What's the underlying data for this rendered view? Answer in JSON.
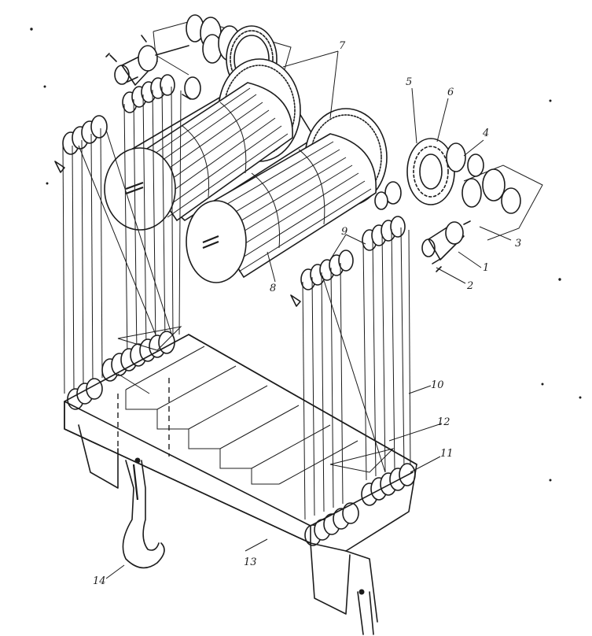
{
  "diagram": {
    "callouts": [
      {
        "id": "1",
        "text": "1"
      },
      {
        "id": "2",
        "text": "2"
      },
      {
        "id": "3",
        "text": "3"
      },
      {
        "id": "4",
        "text": "4"
      },
      {
        "id": "5",
        "text": "5"
      },
      {
        "id": "6",
        "text": "6"
      },
      {
        "id": "7",
        "text": "7"
      },
      {
        "id": "8",
        "text": "8"
      },
      {
        "id": "9",
        "text": "9"
      },
      {
        "id": "10",
        "text": "10"
      },
      {
        "id": "11",
        "text": "11"
      },
      {
        "id": "12",
        "text": "12"
      },
      {
        "id": "13",
        "text": "13"
      },
      {
        "id": "14",
        "text": "14"
      }
    ],
    "colors": {
      "ink": "#1c1c1c",
      "paper": "#ffffff"
    }
  }
}
